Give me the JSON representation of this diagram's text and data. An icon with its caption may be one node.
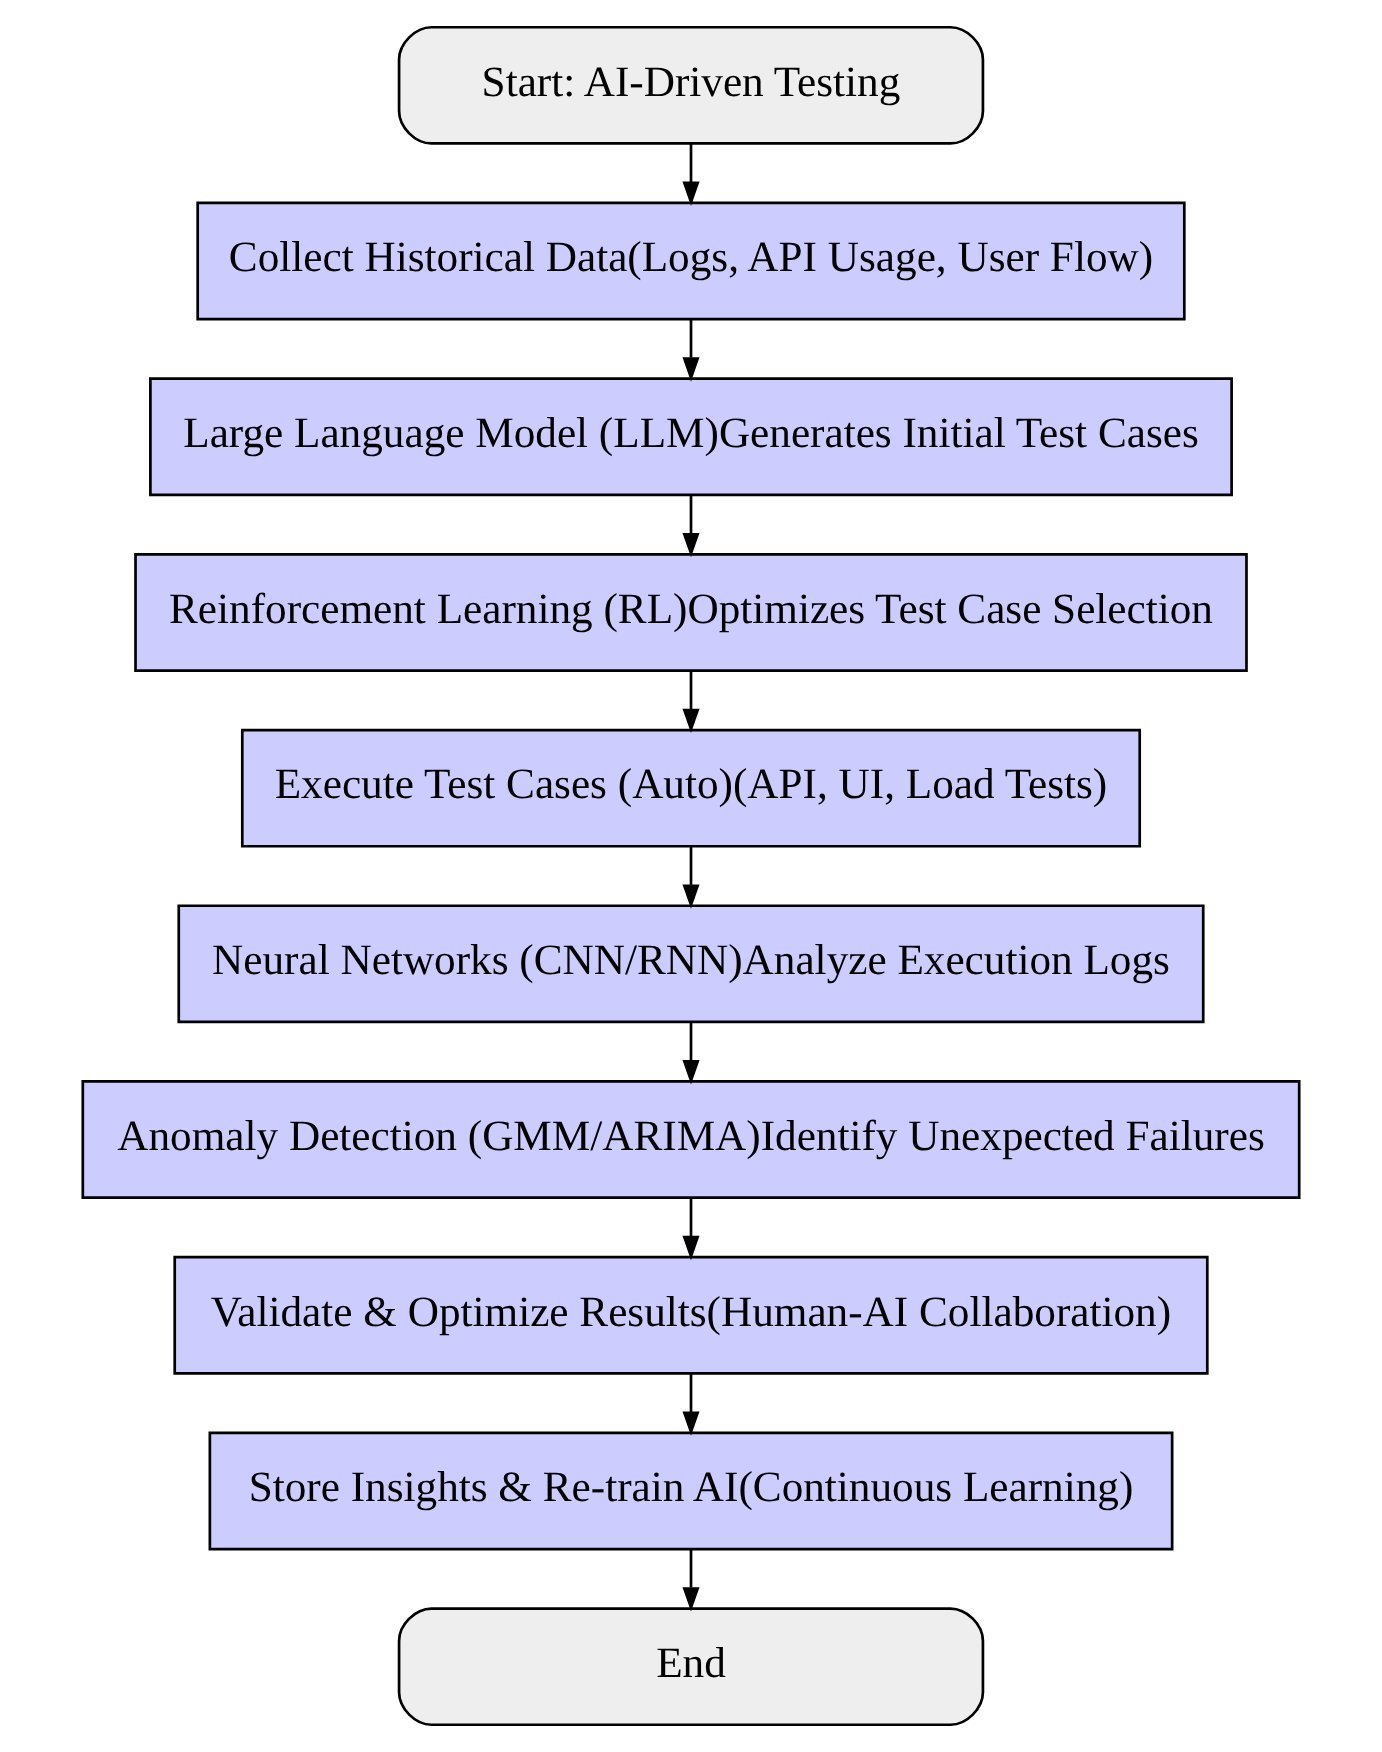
{
  "diagram": {
    "nodes": [
      {
        "text": [
          "Start: AI-Driven Testing"
        ]
      },
      {
        "text": [
          "Collect Historical Data(Logs, API Usage, User Flow)"
        ]
      },
      {
        "text": [
          "Large Language Model (LLM)Generates Initial Test Cases"
        ]
      },
      {
        "text": [
          "Reinforcement Learning (RL)Optimizes Test Case Selection"
        ]
      },
      {
        "text": [
          "Execute Test Cases (Auto)(API, UI, Load Tests)"
        ]
      },
      {
        "text": [
          "Neural Networks (CNN/RNN)Analyze Execution Logs"
        ]
      },
      {
        "text": [
          "Anomaly Detection (GMM/ARIMA)Identify Unexpected Failures"
        ]
      },
      {
        "text": [
          "Validate & Optimize Results(Human-AI Collaboration)"
        ]
      },
      {
        "text": [
          "Store Insights & Re-train AI(Continuous Learning)"
        ]
      },
      {
        "text": [
          "End"
        ]
      }
    ],
    "edges": [
      {
        "from": 0,
        "to": 1,
        "arrow": "to"
      },
      {
        "from": 1,
        "to": 2,
        "arrow": "to"
      },
      {
        "from": 2,
        "to": 3,
        "arrow": "to"
      },
      {
        "from": 3,
        "to": 4,
        "arrow": "to"
      },
      {
        "from": 4,
        "to": 5,
        "arrow": "to"
      },
      {
        "from": 5,
        "to": 6,
        "arrow": "to"
      },
      {
        "from": 6,
        "to": 7,
        "arrow": "to"
      },
      {
        "from": 7,
        "to": 8,
        "arrow": "to"
      },
      {
        "from": 8,
        "to": 9,
        "arrow": "to"
      }
    ]
  }
}
